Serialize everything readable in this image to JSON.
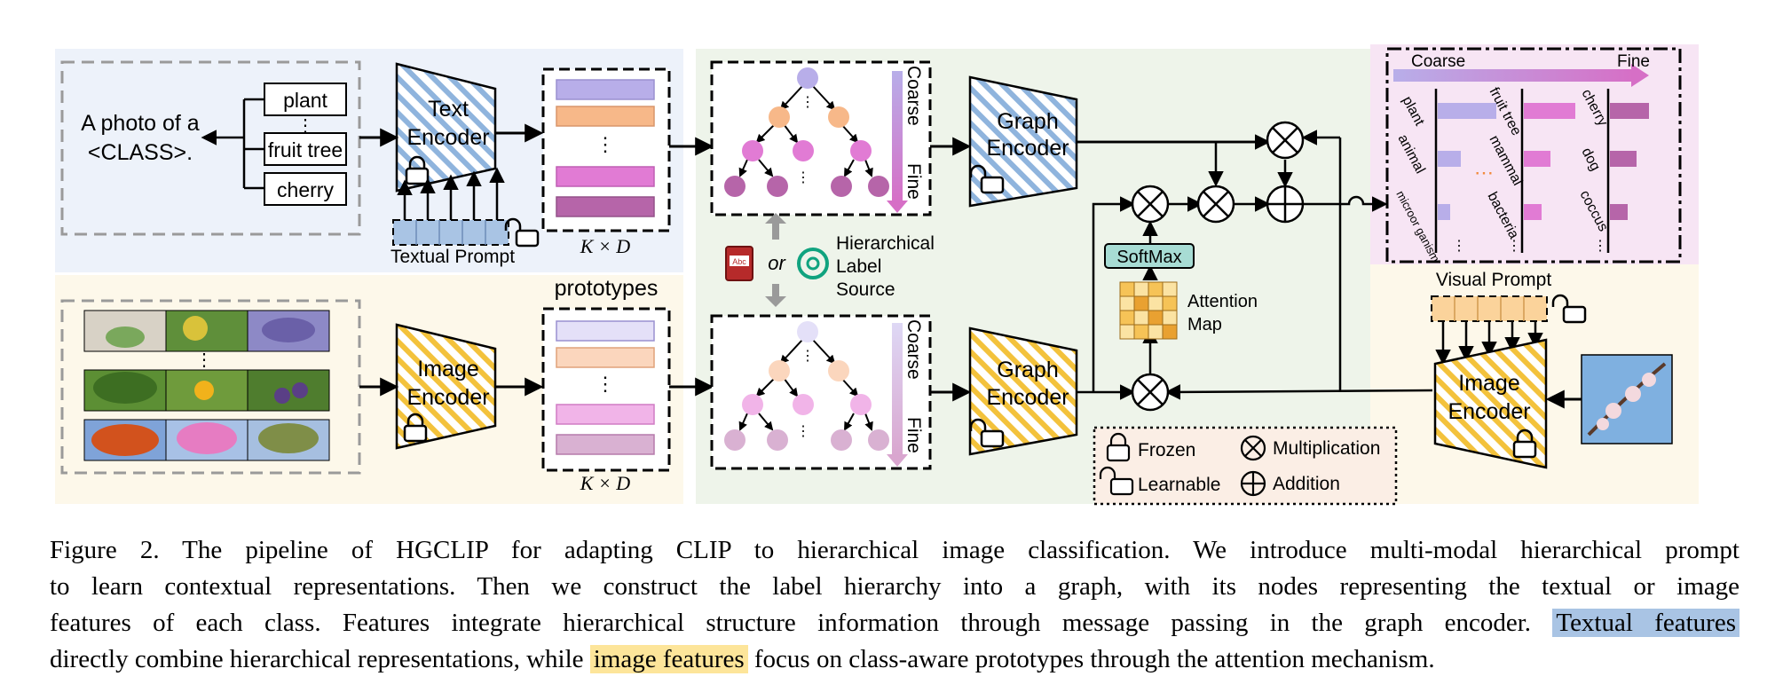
{
  "figure": {
    "text_branch": {
      "prompt_line1": "A photo of a",
      "prompt_line2": "<CLASS>.",
      "labels": [
        "plant",
        "⋮",
        "fruit tree",
        "cherry"
      ],
      "encoder_line1": "Text",
      "encoder_line2": "Encoder",
      "kd_label": "K × D",
      "textual_prompt": "Textual Prompt"
    },
    "image_branch": {
      "encoder_line1": "Image",
      "encoder_line2": "Encoder",
      "prototypes": "prototypes",
      "kd_label": "K × D"
    },
    "hierarchy": {
      "coarse": "Coarse",
      "fine": "Fine",
      "or": "or",
      "source_line1": "Hierarchical",
      "source_line2": "Label",
      "source_line3": "Source",
      "book_icon_text": "Abc"
    },
    "graph_encoder": {
      "line1": "Graph",
      "line2": "Encoder"
    },
    "attention": {
      "softmax": "SoftMax",
      "map_line1": "Attention",
      "map_line2": "Map"
    },
    "output": {
      "coarse": "Coarse",
      "fine": "Fine",
      "col1": [
        "plant",
        "animal",
        "microor\nganism"
      ],
      "col2": [
        "fruit tree",
        "mammal",
        "bacteria"
      ],
      "col3": [
        "cherry",
        "dog",
        "coccus"
      ],
      "dots": "⋯"
    },
    "visual_prompt": "Visual Prompt",
    "image_encoder_right": {
      "line1": "Image",
      "line2": "Encoder"
    },
    "legend": {
      "frozen": "Frozen",
      "learnable": "Learnable",
      "multiplication": "Multiplication",
      "addition": "Addition"
    },
    "colors": {
      "text_bg": "#edf2fa",
      "image_bg": "#fdf8ea",
      "graph_bg": "#eef4ea",
      "output_bg": "#f7e5f4",
      "blue_stripe": "#8fb4dd",
      "yellow_stripe": "#f3c23c",
      "node_purple": "#b8aee9",
      "node_orange": "#f7b889",
      "node_pink": "#e17bd4",
      "node_mauve": "#b665a9"
    }
  },
  "caption": {
    "line1": "Figure 2. The pipeline of HGCLIP for adapting CLIP to hierarchical image classification. We introduce multi-modal hierarchical prompt",
    "line2": "to learn contextual representations.  Then we construct the label hierarchy into a graph, with its nodes representing the textual or image",
    "line3a": "features of each class. Features integrate hierarchical structure information through message passing in the graph encoder.",
    "line3b": "Textual features",
    "line4a": "directly combine hierarchical representations, while",
    "line4b": "image features",
    "line4c": "focus on class-aware prototypes through the attention mechanism."
  }
}
